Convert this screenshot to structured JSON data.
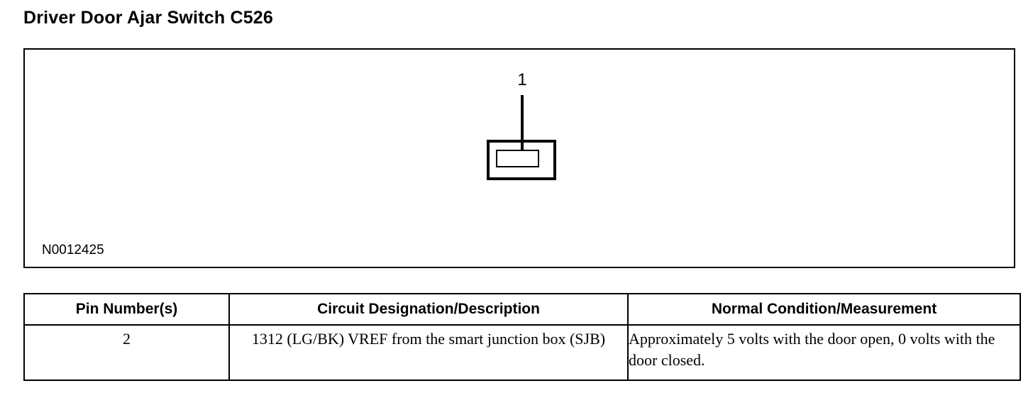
{
  "page": {
    "title": "Driver Door Ajar Switch C526"
  },
  "diagram": {
    "pin_label": "1",
    "image_code": "N0012425",
    "symbol_name": "connector-face-view",
    "line_color": "#000000",
    "background_color": "#ffffff"
  },
  "table": {
    "headers": [
      "Pin Number(s)",
      "Circuit Designation/Description",
      "Normal Condition/Measurement"
    ],
    "rows": [
      {
        "pin": "2",
        "description": "1312 (LG/BK) VREF from the smart junction box (SJB)",
        "normal": "Approximately 5 volts with the door open, 0 volts with the door closed."
      }
    ]
  }
}
